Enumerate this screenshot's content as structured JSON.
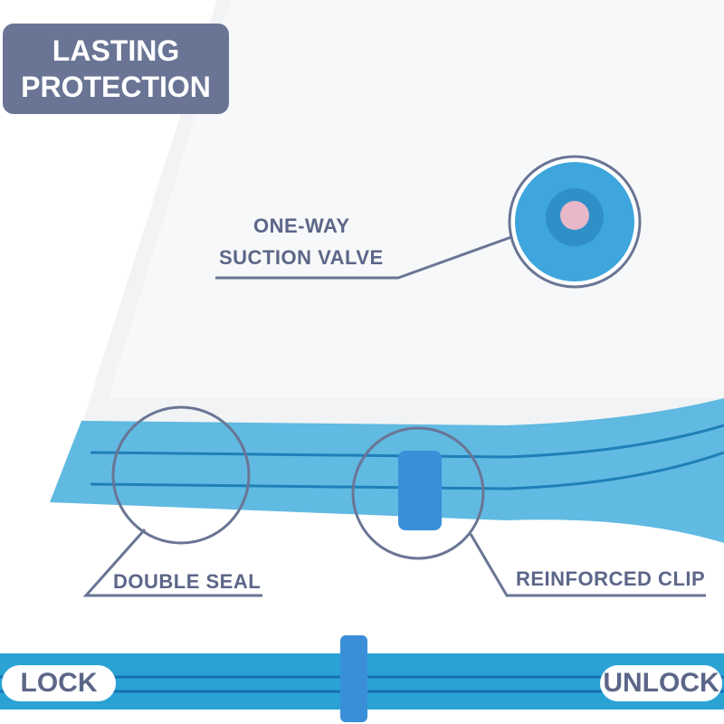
{
  "badge": {
    "line1": "LASTING",
    "line2": "PROTECTION"
  },
  "callouts": {
    "valve_line1": "ONE-WAY",
    "valve_line2": "SUCTION VALVE",
    "seal": "DOUBLE SEAL",
    "clip": "REINFORCED CLIP"
  },
  "slider": {
    "lock": "LOCK",
    "unlock": "UNLOCK"
  },
  "colors": {
    "badge": "#6a7595",
    "text": "#5c6688",
    "blue": "#2aa3d4",
    "clip": "#3b8fd9"
  }
}
